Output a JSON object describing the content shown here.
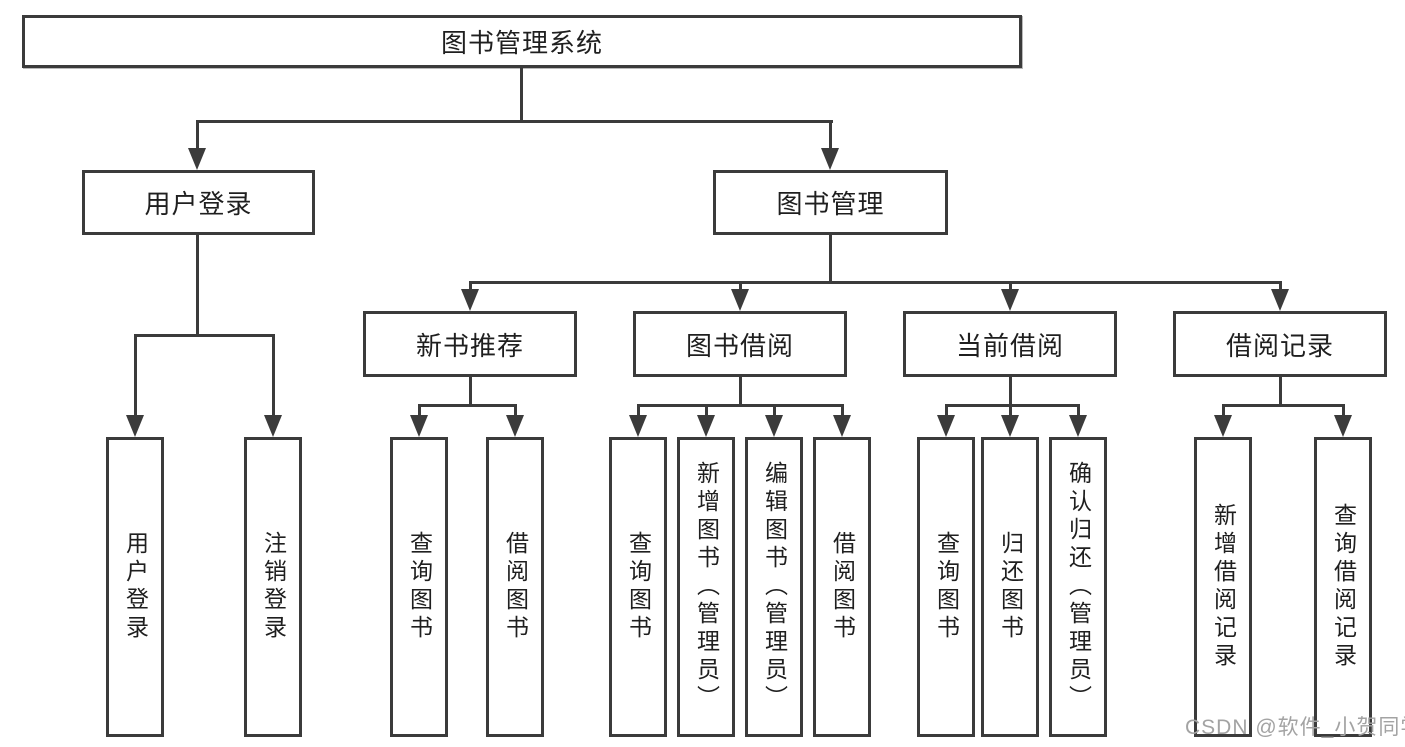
{
  "nodes": {
    "root": "图书管理系统",
    "user_login": "用户登录",
    "book_mgmt": "图书管理",
    "new_book": "新书推荐",
    "book_borrow": "图书借阅",
    "current_borrow": "当前借阅",
    "borrow_record": "借阅记录",
    "user_login_children": [
      "用户登录",
      "注销登录"
    ],
    "new_book_children": [
      "查询图书",
      "借阅图书"
    ],
    "book_borrow_children": [
      "查询图书",
      "新增图书（管理员）",
      "编辑图书（管理员）",
      "借阅图书"
    ],
    "current_borrow_children": [
      "查询图书",
      "归还图书",
      "确认归还（管理员）"
    ],
    "borrow_record_children": [
      "新增借阅记录",
      "查询借阅记录"
    ]
  },
  "watermark": "CSDN @软件_小贺同学",
  "colors": {
    "line": "#3b3b3b",
    "text": "#1f1f1f",
    "watermark": "#a3a3a3",
    "background": "#ffffff"
  }
}
